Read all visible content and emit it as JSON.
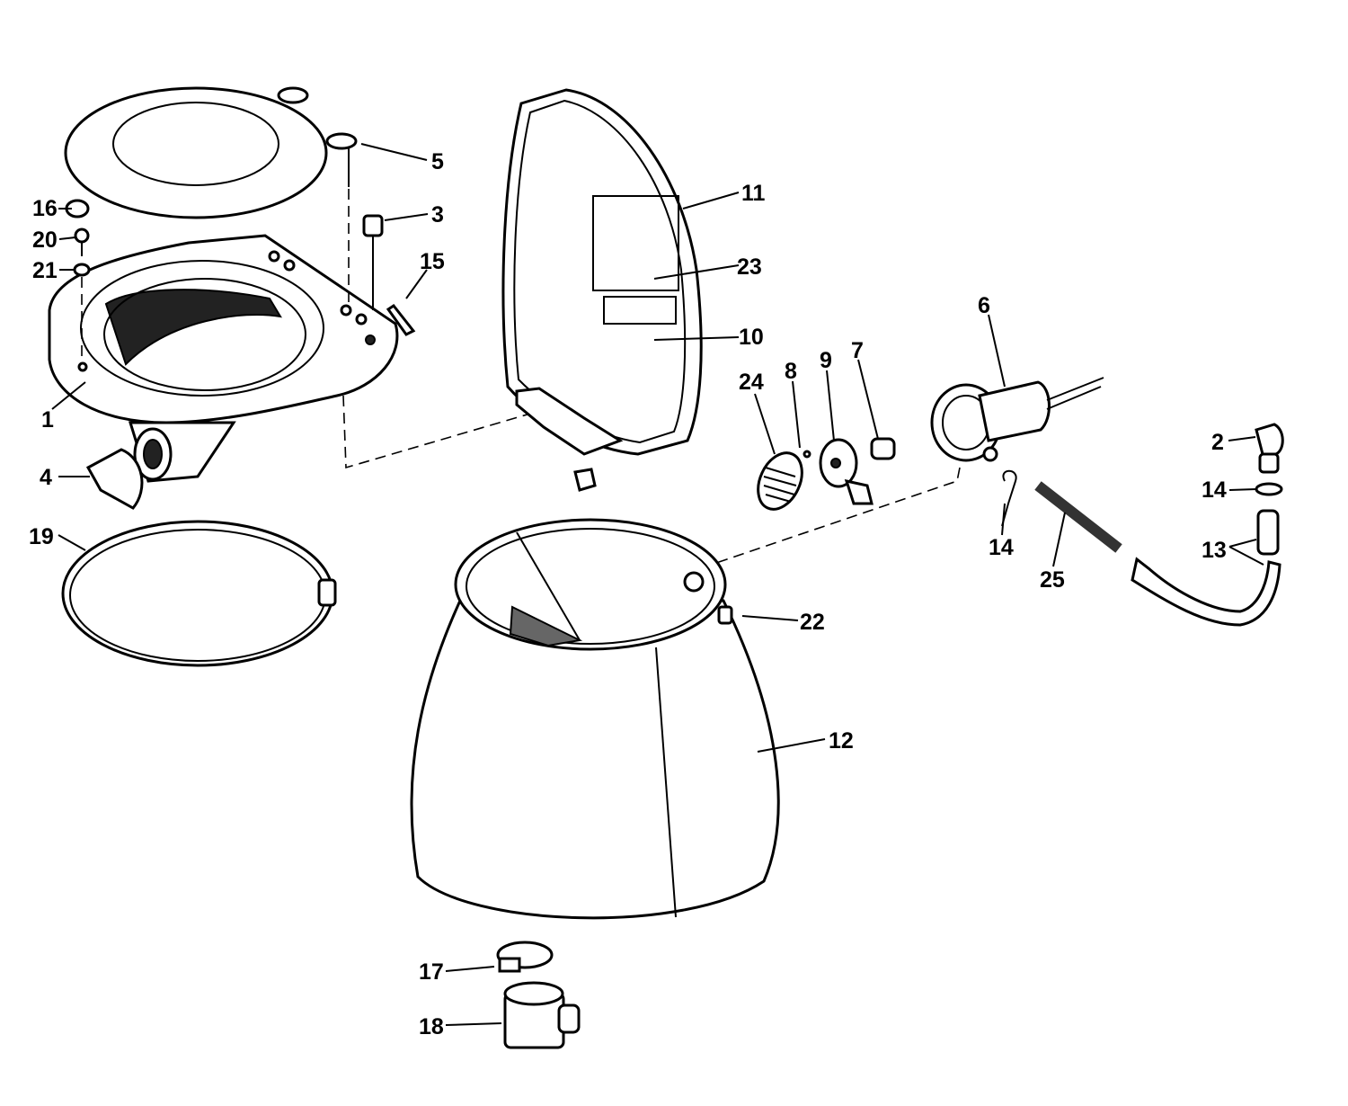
{
  "callouts": {
    "c1": "1",
    "c2": "2",
    "c3": "3",
    "c4": "4",
    "c5": "5",
    "c6": "6",
    "c7": "7",
    "c8": "8",
    "c9": "9",
    "c10": "10",
    "c11": "11",
    "c12": "12",
    "c13": "13",
    "c14a": "14",
    "c14b": "14",
    "c15": "15",
    "c16": "16",
    "c17": "17",
    "c18": "18",
    "c19": "19",
    "c20": "20",
    "c21": "21",
    "c22": "22",
    "c23": "23",
    "c24": "24",
    "c25": "25"
  }
}
